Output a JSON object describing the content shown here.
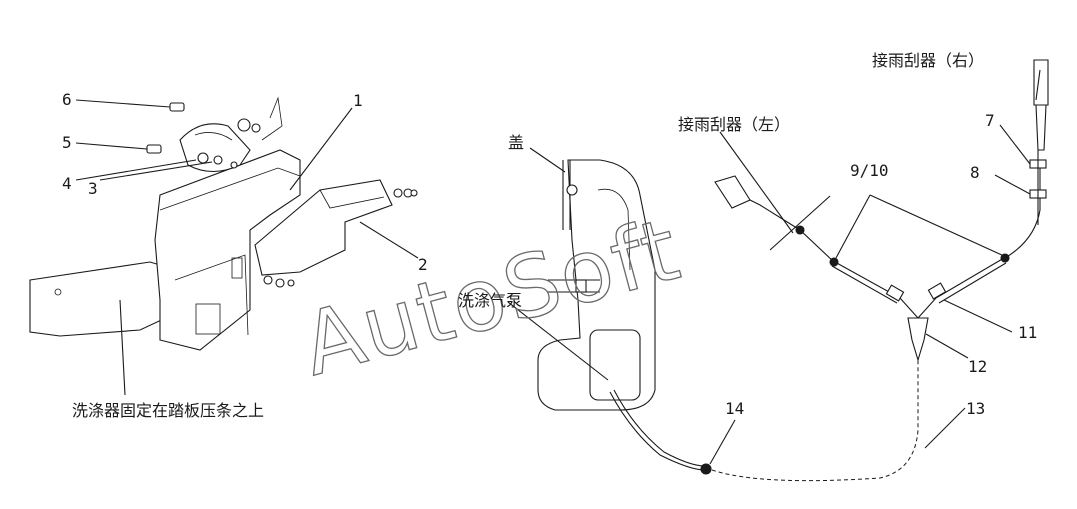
{
  "watermark": "AutoSoft",
  "callouts": {
    "c1": "1",
    "c2": "2",
    "c3": "3",
    "c4": "4",
    "c5": "5",
    "c6": "6",
    "c7": "7",
    "c8": "8",
    "c9_10": "9/10",
    "c11": "11",
    "c12": "12",
    "c13": "13",
    "c14": "14"
  },
  "labels": {
    "washer_mount": "洗涤器固定在踏板压条之上",
    "wash_pump": "洗涤气泵",
    "cover": "盖",
    "wiper_left": "接雨刮器（左）",
    "wiper_right": "接雨刮器（右）"
  }
}
